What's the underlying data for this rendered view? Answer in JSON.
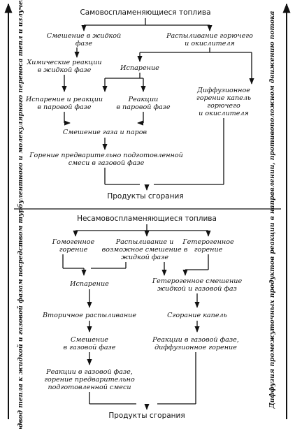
{
  "top": {
    "title": "Самовоспламеняющиеся топлива",
    "mixing_liquid": [
      "Смешение в жидкой",
      "фазе"
    ],
    "atomization": [
      "Распыливание горючего",
      "и окислителя"
    ],
    "chem_reactions_liquid": [
      "Химические реакции",
      "в жидкой фазе"
    ],
    "evaporation": "Испарение",
    "evap_and_reactions": [
      "Испарение и реакции",
      "в паровой фазе"
    ],
    "reactions_vapor": [
      "Реакции",
      "в паровой фазе"
    ],
    "diffusion_burning": [
      "Диффузионное",
      "горение капель",
      "горючего",
      "и окислителя"
    ],
    "gas_vapor_mixing": "Смешение газа и паров",
    "premixed_burning": [
      "Горение предварительно подготовленной",
      "смеси в газовой фазе"
    ],
    "products": "Продукты сгорания"
  },
  "bottom": {
    "title": "Несамовоспламеняющиеся топлива",
    "homogeneous": [
      "Гомогенное",
      "горение"
    ],
    "atomization_mixing": [
      "Распыливание и",
      "возможное смешение в",
      "жидкой фазе"
    ],
    "heterogeneous": [
      "Гетерогенное",
      "горение"
    ],
    "evaporation": "Испарение",
    "het_mixing": [
      "Гетерогенное смешение",
      "жидкой и газовой фаз"
    ],
    "secondary_atomization": "Вторичное распыливание",
    "droplet_burning": "Сгорание капель",
    "gas_mixing": [
      "Смешение",
      "в газовой фазе"
    ],
    "reactions_gas_diffusion": [
      "Реакции в газовой фазе,",
      "диффузионное горение"
    ],
    "reactions_gas_premixed": [
      "Реакции в газовой фазе,",
      "горение предварительно",
      "подготовленной смеси"
    ],
    "products": "Продукты сгорания"
  },
  "side_labels": {
    "left": "Подвод тепла к жидкой и газовой фазам посредством турбулентного и молекулярного переноса тепл и излучением",
    "right": "Диффузия промежуточных продуктов реакции в направлении, противоположном движению потока"
  }
}
